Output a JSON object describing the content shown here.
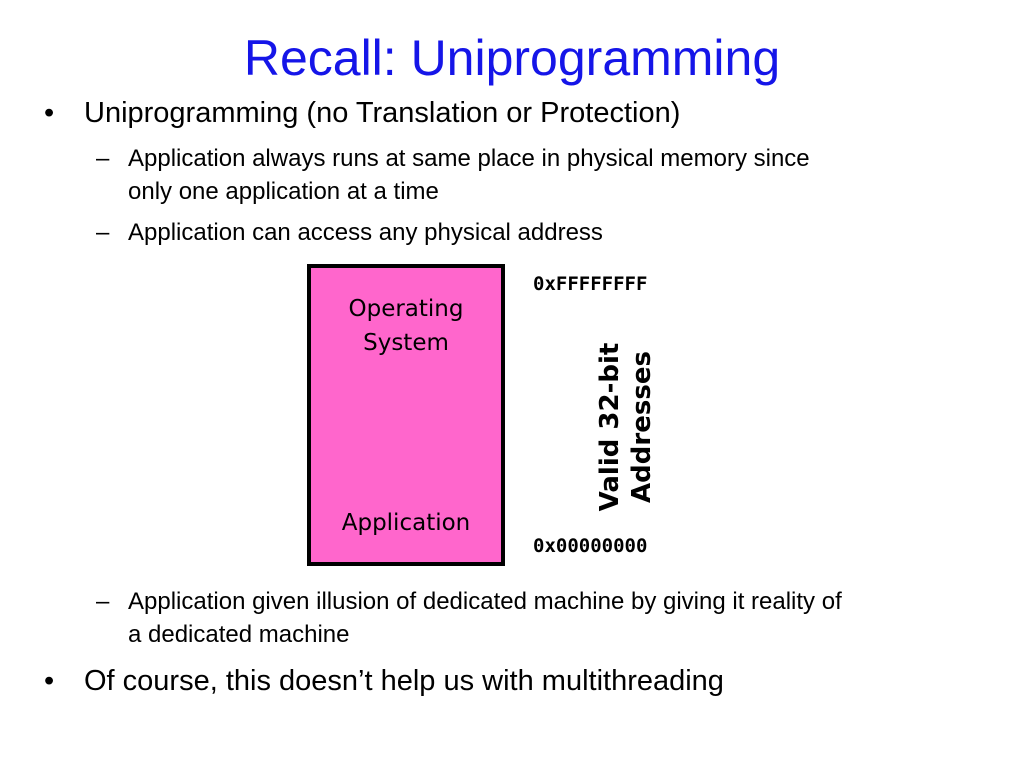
{
  "slide": {
    "title": "Recall: Uniprogramming",
    "bullet_symbol": "•",
    "dash_symbol": "–",
    "bullets": [
      "Uniprogramming (no Translation or Protection)",
      "Of course, this doesn’t help us with multithreading"
    ],
    "sub_bullets": [
      {
        "line1": "Application always runs at same place in physical memory since",
        "line2": "only one application at a time"
      },
      {
        "line1": "Application can access any physical address"
      },
      {
        "line1": "Application given illusion of dedicated machine by giving it reality of",
        "line2": "a dedicated machine"
      }
    ]
  },
  "diagram": {
    "box_color": "#ff66cc",
    "os_label_line1": "Operating",
    "os_label_line2": "System",
    "app_label": "Application",
    "addr_high": "0xFFFFFFFF",
    "addr_low": "0x00000000",
    "range_label_line1": "Valid 32-bit",
    "range_label_line2": "Addresses"
  },
  "colors": {
    "title": "#1515e8",
    "text": "#000000"
  }
}
